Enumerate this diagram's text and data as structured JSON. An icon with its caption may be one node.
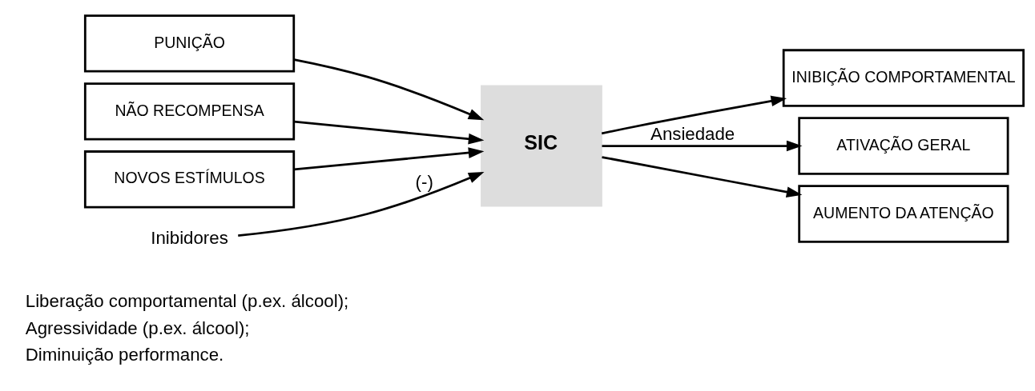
{
  "diagram": {
    "nodes": [
      {
        "text": [
          "PUNIÇÃO"
        ]
      },
      {
        "text": [
          "NÃO RECOMPENSA"
        ]
      },
      {
        "text": [
          "NOVOS ESTÍMULOS"
        ]
      },
      {
        "text": [
          "SIC"
        ]
      },
      {
        "text": [
          "INIBIÇÃO COMPORTAMENTAL"
        ]
      },
      {
        "text": [
          "ATIVAÇÃO GERAL"
        ]
      },
      {
        "text": [
          "AUMENTO DA ATENÇÃO"
        ]
      },
      {
        "text": [
          "Inibidores"
        ]
      }
    ],
    "edges": [
      {
        "from": 0,
        "to": 3,
        "arrow": "to"
      },
      {
        "from": 1,
        "to": 3,
        "arrow": "to"
      },
      {
        "from": 2,
        "to": 3,
        "arrow": "to"
      },
      {
        "from": 3,
        "to": 4,
        "arrow": "to"
      },
      {
        "from": 3,
        "to": 5,
        "arrow": "to",
        "label": "Ansiedade"
      },
      {
        "from": 3,
        "to": 6,
        "arrow": "to"
      },
      {
        "from": 7,
        "to": 3,
        "arrow": "to",
        "label": "(-)"
      }
    ],
    "labels": [
      "Liberação comportamental (p.ex. álcool);",
      "Agressividade (p.ex. álcool);",
      "Diminuição performance."
    ]
  }
}
